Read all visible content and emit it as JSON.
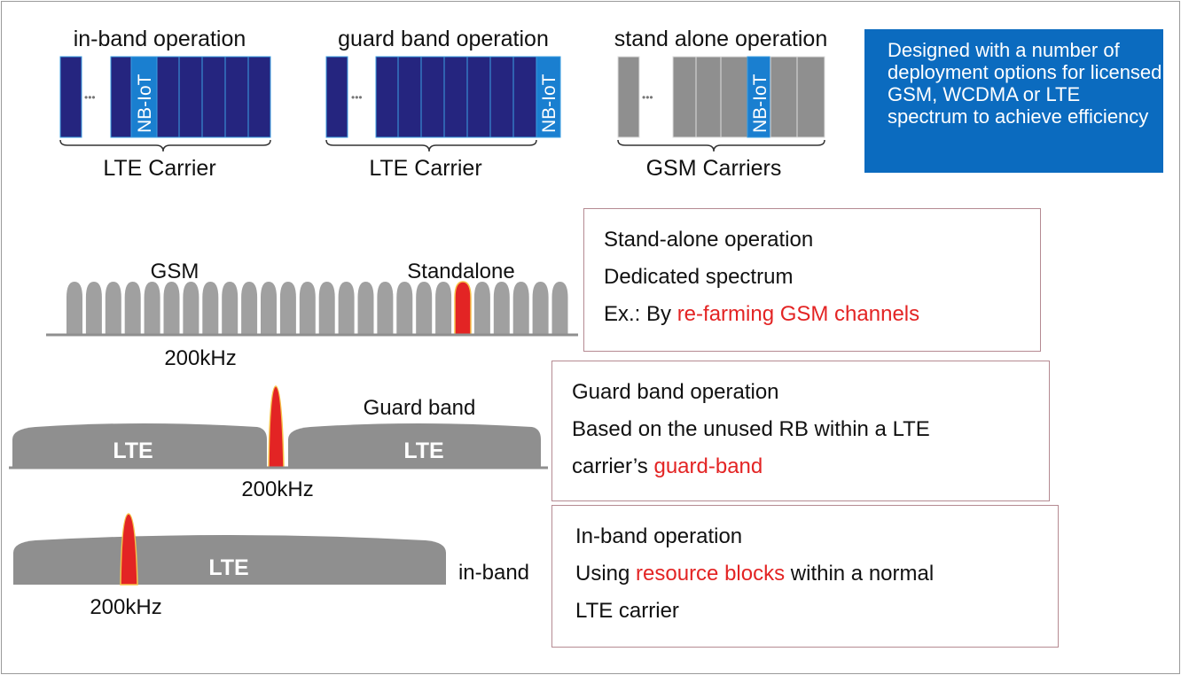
{
  "top": {
    "groups": [
      {
        "title": "in-band operation",
        "label": "LTE Carrier",
        "nb": "NB-IoT",
        "dots": "•••"
      },
      {
        "title": "guard band operation",
        "label": "LTE Carrier",
        "nb": "NB-IoT",
        "dots": "•••"
      },
      {
        "title": "stand alone operation",
        "label": "GSM Carriers",
        "nb": "NB-IoT",
        "dots": "•••"
      }
    ],
    "info": "Designed with a number of deployment options for licensed GSM, WCDMA or LTE spectrum to achieve efficiency"
  },
  "spectrum": {
    "gsm": {
      "label": "GSM",
      "standalone_label": "Standalone",
      "freq": "200kHz",
      "channel_count": 26,
      "standalone_index": 20
    },
    "guard": {
      "lte_left": "LTE",
      "lte_right": "LTE",
      "label": "Guard band",
      "freq": "200kHz"
    },
    "inband": {
      "lte": "LTE",
      "label": "in-band",
      "freq": "200kHz"
    }
  },
  "boxes": {
    "standalone": {
      "line1": "Stand-alone operation",
      "line2": "Dedicated spectrum",
      "line3_prefix": "Ex.: By ",
      "line3_highlight": "re-farming GSM channels"
    },
    "guard": {
      "line1": "Guard band operation",
      "line2": "Based on the unused RB within a LTE",
      "line3_prefix": "carrier’s ",
      "line3_highlight": "guard-band"
    },
    "inband": {
      "line1": "In-band operation",
      "line2_prefix": "Using ",
      "line2_highlight": "resource blocks",
      "line2_suffix": " within a normal",
      "line3": "LTE carrier"
    }
  },
  "colors": {
    "dark_blue": "#25257f",
    "nb_blue": "#1a7fd0",
    "info_blue": "#0b6bbf",
    "gray": "#8f8f8f",
    "red": "#e32424"
  }
}
